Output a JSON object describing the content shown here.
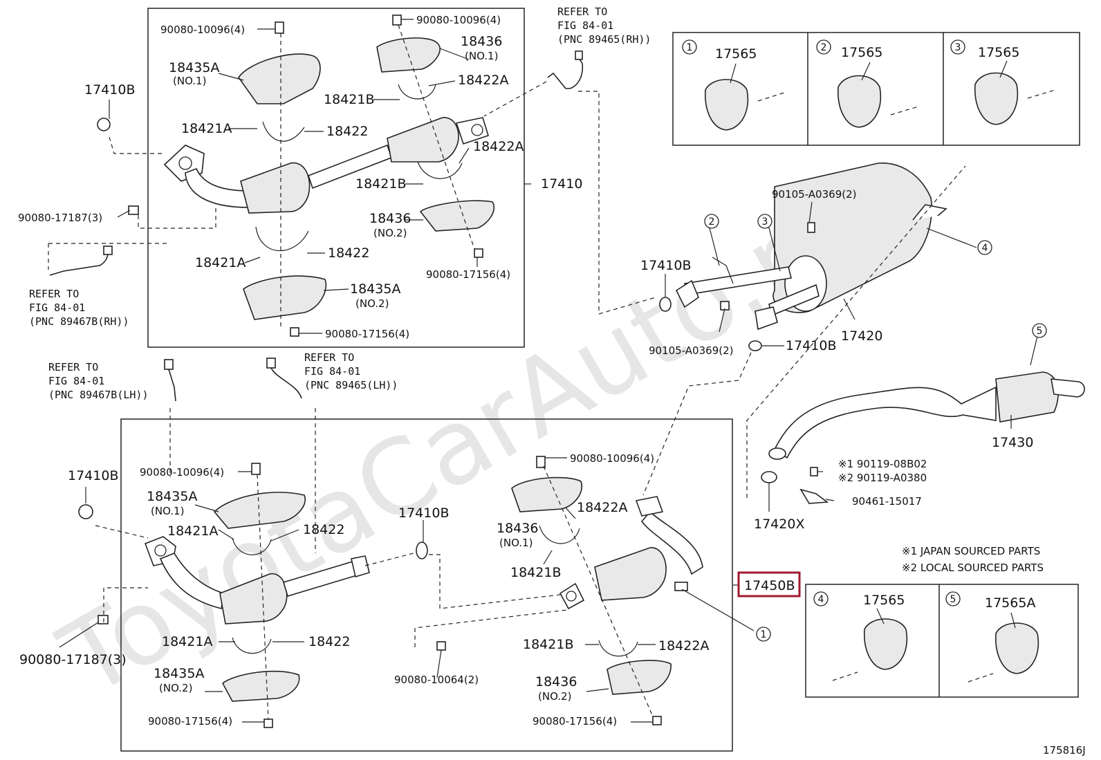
{
  "watermark": "ToyotaCarAuto.ru",
  "labels": {
    "p90080_10096_a": "90080-10096(4)",
    "p90080_10096_b": "90080-10096(4)",
    "p18436_a": "18436",
    "p18436_a_no": "(NO.1)",
    "p18435A_a": "18435A",
    "p18435A_a_no": "(NO.1)",
    "p18422A_a": "18422A",
    "p18421B_a": "18421B",
    "p17410B_a": "17410B",
    "p18421A_a": "18421A",
    "p18422_a": "18422",
    "p18422A_b": "18422A",
    "p18421B_b": "18421B",
    "p17410": "17410",
    "p90080_17187_a": "90080-17187(3)",
    "p18436_b": "18436",
    "p18436_b_no": "(NO.2)",
    "p90080_17156_a": "90080-17156(4)",
    "p18421A_b": "18421A",
    "p18422_b": "18422",
    "p18435A_b": "18435A",
    "p18435A_b_no": "(NO.2)",
    "p90080_17156_b": "90080-17156(4)",
    "p90105_a": "90105-A0369(2)",
    "p17410B_b": "17410B",
    "p17420": "17420",
    "p90105_b": "90105-A0369(2)",
    "p17410B_c": "17410B",
    "p17430": "17430",
    "p17420X": "17420X",
    "p90119_1": "※1 90119-08B02",
    "p90119_2": "※2 90119-A0380",
    "p90461": "90461-15017",
    "p17410B_d": "17410B",
    "p90080_10096_c": "90080-10096(4)",
    "p18435A_c": "18435A",
    "p18435A_c_no": "(NO.1)",
    "p18421A_c": "18421A",
    "p18422_c": "18422",
    "p17410B_e": "17410B",
    "p90080_10096_d": "90080-10096(4)",
    "p18436_c": "18436",
    "p18436_c_no": "(NO.1)",
    "p18422A_c": "18422A",
    "p18421B_c": "18421B",
    "p17450B": "17450B",
    "p90080_17187_b": "90080-17187(3)",
    "p18421A_d": "18421A",
    "p18422_d": "18422",
    "p18435A_d": "18435A",
    "p18435A_d_no": "(NO.2)",
    "p90080_17156_c": "90080-17156(4)",
    "p90080_10064": "90080-10064(2)",
    "p18421B_d": "18421B",
    "p18422A_d": "18422A",
    "p18436_d": "18436",
    "p18436_d_no": "(NO.2)",
    "p90080_17156_d": "90080-17156(4)"
  },
  "refers": {
    "top_right": [
      "REFER TO",
      "FIG 84-01",
      "(PNC 89465(RH))"
    ],
    "left_mid": [
      "REFER TO",
      "FIG 84-01",
      "(PNC 89467B(RH))"
    ],
    "low_left": [
      "REFER TO",
      "FIG 84-01",
      "(PNC 89467B(LH))"
    ],
    "low_mid": [
      "REFER TO",
      "FIG 84-01",
      "(PNC 89465(LH))"
    ]
  },
  "notes": [
    "※1 JAPAN SOURCED PARTS",
    "※2 LOCAL SOURCED PARTS"
  ],
  "callout_numbers": [
    "1",
    "2",
    "3",
    "4",
    "5"
  ],
  "inset_top": [
    {
      "num": "1",
      "part": "17565"
    },
    {
      "num": "2",
      "part": "17565"
    },
    {
      "num": "3",
      "part": "17565"
    }
  ],
  "inset_bottom": [
    {
      "num": "4",
      "part": "17565"
    },
    {
      "num": "5",
      "part": "17565A"
    }
  ],
  "figure_code": "175816J",
  "highlight_color": "#a0192e"
}
